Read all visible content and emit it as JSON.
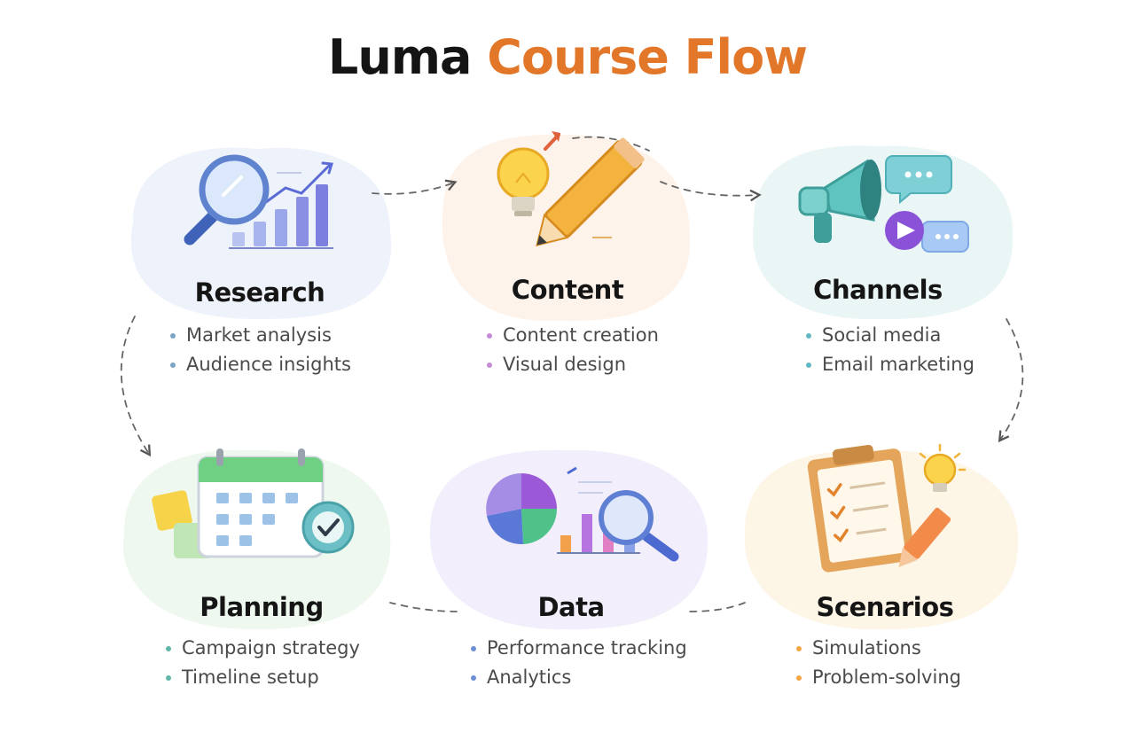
{
  "title": {
    "part1": "Luma",
    "part2": "Course Flow"
  },
  "colors": {
    "accent": "#e2772a",
    "research": "#6d9bd1",
    "content": "#e8a24c",
    "channels": "#4fb3b0",
    "planning": "#6ec18a",
    "data": "#8a6fd6",
    "scenarios": "#f1a545"
  },
  "stages": [
    {
      "key": "research",
      "title": "Research",
      "icon": "magnifier-chart-icon",
      "items": [
        "Market analysis",
        "Audience insights"
      ]
    },
    {
      "key": "content",
      "title": "Content",
      "icon": "lightbulb-pencil-icon",
      "items": [
        "Content creation",
        "Visual design"
      ]
    },
    {
      "key": "channels",
      "title": "Channels",
      "icon": "megaphone-chat-icon",
      "items": [
        "Social media",
        "Email marketing"
      ]
    },
    {
      "key": "planning",
      "title": "Planning",
      "icon": "calendar-check-icon",
      "items": [
        "Campaign strategy",
        "Timeline setup"
      ]
    },
    {
      "key": "data",
      "title": "Data",
      "icon": "pie-chart-magnifier-icon",
      "items": [
        "Performance tracking",
        "Analytics"
      ]
    },
    {
      "key": "scenarios",
      "title": "Scenarios",
      "icon": "clipboard-checklist-icon",
      "items": [
        "Simulations",
        "Problem-solving"
      ]
    }
  ]
}
